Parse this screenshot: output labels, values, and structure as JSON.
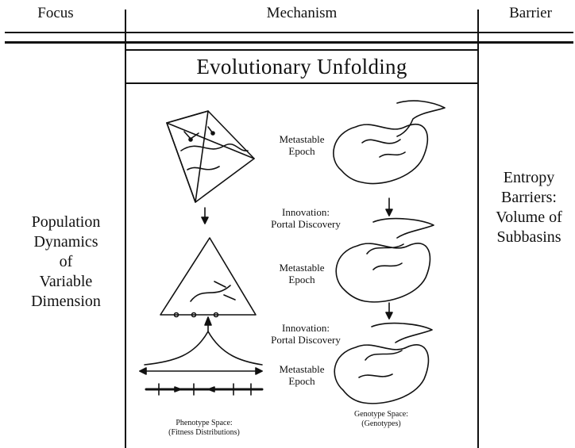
{
  "header": {
    "focus": "Focus",
    "mechanism": "Mechanism",
    "barrier": "Barrier"
  },
  "title": "Evolutionary Unfolding",
  "focus_text": [
    "Population",
    "Dynamics",
    "of",
    "Variable",
    "Dimension"
  ],
  "barrier_text": [
    "Entropy",
    "Barriers:",
    "Volume of",
    "Subbasins"
  ],
  "middle_labels": {
    "epoch1": [
      "Metastable",
      "Epoch"
    ],
    "innov1": [
      "Innovation:",
      "Portal Discovery"
    ],
    "epoch2": [
      "Metastable",
      "Epoch"
    ],
    "innov2": [
      "Innovation:",
      "Portal Discovery"
    ],
    "epoch3": [
      "Metastable",
      "Epoch"
    ]
  },
  "space_labels": {
    "phenotype": [
      "Phenotype Space:",
      "(Fitness Distributions)"
    ],
    "genotype": [
      "Genotype Space:",
      "(Genotypes)"
    ]
  }
}
